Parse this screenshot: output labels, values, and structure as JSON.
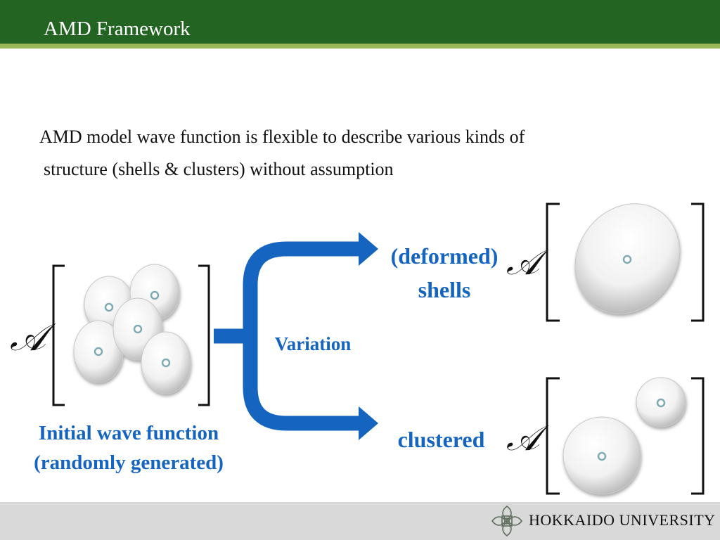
{
  "header": {
    "title": "AMD Framework",
    "bar_color": "#236423",
    "stripe_color": "#9ab85a"
  },
  "intro": {
    "line1": "AMD model wave function is flexible to describe various kinds of",
    "line2": "structure (shells & clusters) without assumption"
  },
  "diagram": {
    "antisymmetrizer_symbol": "𝒜",
    "arrow_color": "#1565c0",
    "initial_label_line1": "Initial wave function",
    "initial_label_line2": "(randomly generated)",
    "variation_label": "Variation",
    "deformed_label_line1": "(deformed)",
    "deformed_label_line2": "shells",
    "clustered_label": "clustered",
    "icons": [
      "nucleon-sphere-icon",
      "deformed-shell-ellipse-icon",
      "cluster-sphere-icon",
      "university-emblem-icon"
    ]
  },
  "footer": {
    "university": "HOKKAIDO UNIVERSITY",
    "band_color": "#d9d9d9"
  }
}
